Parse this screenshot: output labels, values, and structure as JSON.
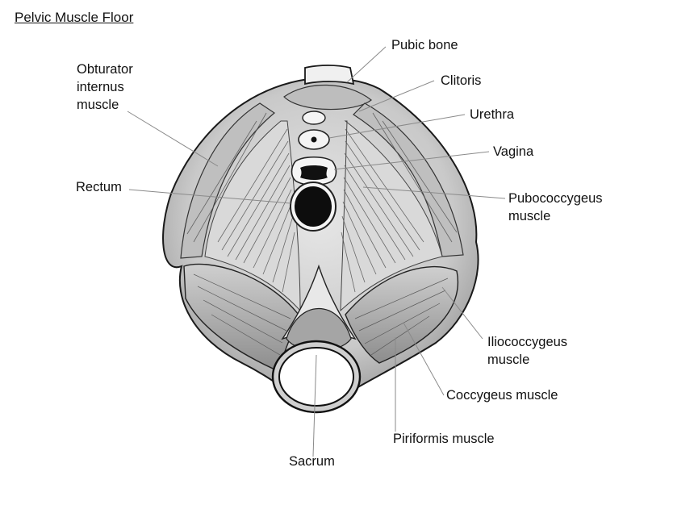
{
  "title": "Pelvic Muscle Floor",
  "labels": {
    "pubic_bone": "Pubic bone",
    "clitoris": "Clitoris",
    "urethra": "Urethra",
    "vagina": "Vagina",
    "pubococcygeus_1": "Pubococcygeus",
    "pubococcygeus_2": "muscle",
    "obturator_1": "Obturator",
    "obturator_2": "internus",
    "obturator_3": "muscle",
    "rectum": "Rectum",
    "iliococcygeus_1": "Iliococcygeus",
    "iliococcygeus_2": "muscle",
    "coccygeus": "Coccygeus muscle",
    "piriformis": "Piriformis muscle",
    "sacrum": "Sacrum"
  },
  "colors": {
    "ink": "#111111",
    "leader": "#8a8a8a",
    "muscle_fill": "#d6d6d6",
    "muscle_shadow": "#9e9e9e",
    "background": "#ffffff"
  }
}
